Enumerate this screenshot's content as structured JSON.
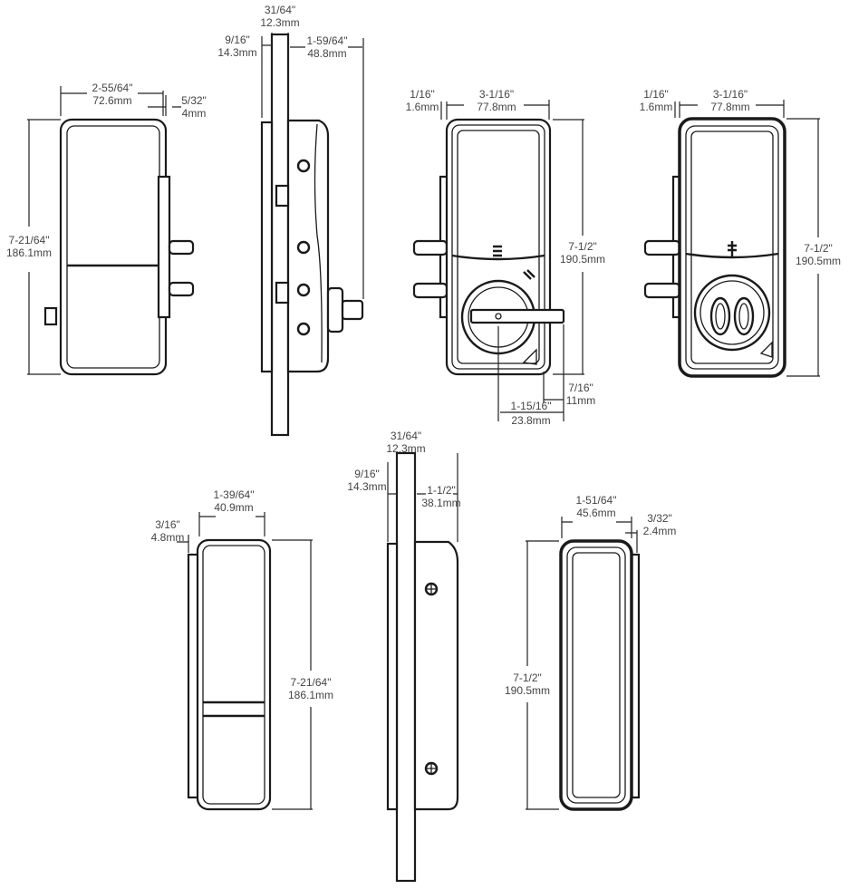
{
  "title": "Lock dimension drawing",
  "views": {
    "front_top": {
      "width_in": "2-55/64\"",
      "width_mm": "72.6mm",
      "offset_in": "5/32\"",
      "offset_mm": "4mm",
      "height_in": "7-21/64\"",
      "height_mm": "186.1mm"
    },
    "side_top": {
      "door_in": "31/64\"",
      "door_mm": "12.3mm",
      "plate_in": "9/16\"",
      "plate_mm": "14.3mm",
      "depth_in": "1-59/64\"",
      "depth_mm": "48.8mm"
    },
    "interior_lever": {
      "offset_in": "1/16\"",
      "offset_mm": "1.6mm",
      "width_in": "3-1/16\"",
      "width_mm": "77.8mm",
      "height_in": "7-1/2\"",
      "height_mm": "190.5mm",
      "lever_in": "7/16\"",
      "lever_mm": "11mm",
      "center_in": "1-15/16\"",
      "center_mm": "23.8mm"
    },
    "interior_knob": {
      "offset_in": "1/16\"",
      "offset_mm": "1.6mm",
      "width_in": "3-1/16\"",
      "width_mm": "77.8mm",
      "height_in": "7-1/2\"",
      "height_mm": "190.5mm"
    },
    "front_bottom": {
      "width_in": "1-39/64\"",
      "width_mm": "40.9mm",
      "offset_in": "3/16\"",
      "offset_mm": "4.8mm",
      "height_in": "7-21/64\"",
      "height_mm": "186.1mm"
    },
    "side_bottom": {
      "door_in": "31/64\"",
      "door_mm": "12.3mm",
      "plate_in": "9/16\"",
      "plate_mm": "14.3mm",
      "depth_in": "1-1/2\"",
      "depth_mm": "38.1mm"
    },
    "back_bottom": {
      "width_in": "1-51/64\"",
      "width_mm": "45.6mm",
      "offset_in": "3/32\"",
      "offset_mm": "2.4mm",
      "height_in": "7-1/2\"",
      "height_mm": "190.5mm"
    }
  }
}
